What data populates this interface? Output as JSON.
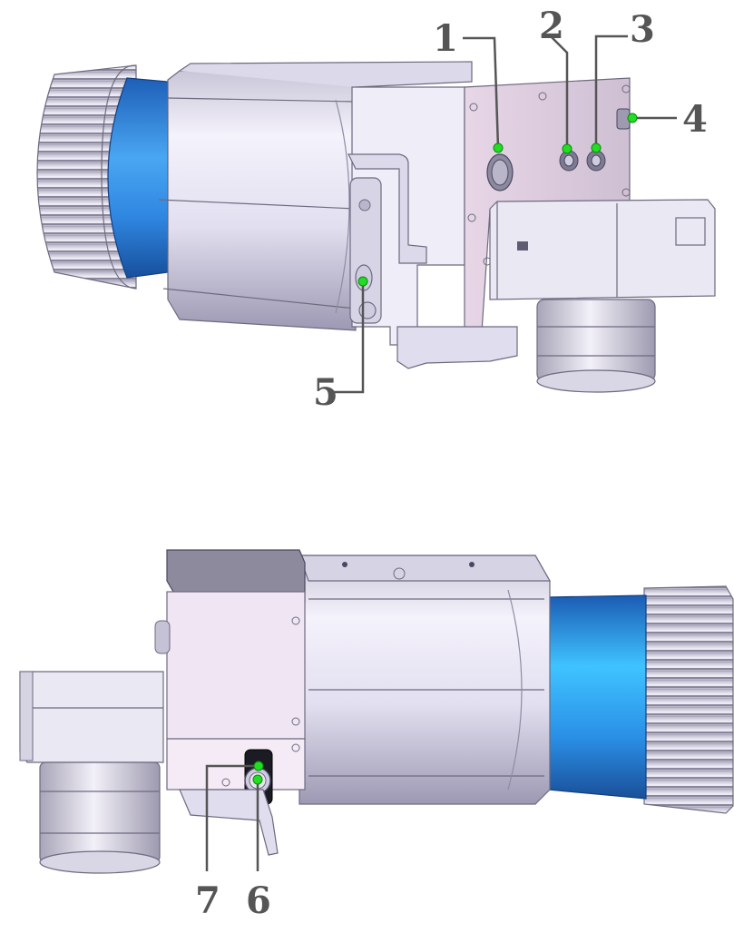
{
  "callouts": {
    "c1": "1",
    "c2": "2",
    "c3": "3",
    "c4": "4",
    "c5": "5",
    "c6": "6",
    "c7": "7"
  },
  "colors": {
    "marker": "#22dd22",
    "leader": "#555555",
    "housing": "#e6e3f3",
    "housing_shadow": "#a8a4bc",
    "plate": "#d9c8dc",
    "lens_ring": "#2f7fd9",
    "heatsink": "#d6d4e0"
  }
}
